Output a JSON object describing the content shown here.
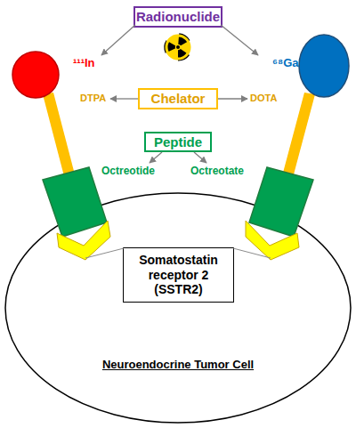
{
  "diagram": {
    "nodes": [
      {
        "text": [
          "Radionuclide"
        ]
      },
      {
        "text": [
          "Chelator"
        ]
      },
      {
        "text": [
          "Peptide"
        ]
      },
      {
        "text": [
          "Neuroendocrine Tumor Cell"
        ]
      },
      {
        "text": [
          "Somatostatin receptor 2 (SSTR2)"
        ],
        "in": 3
      }
    ],
    "labels": [
      "¹¹¹In",
      "⁶⁸Ga",
      "DTPA",
      "DOTA",
      "Octreotide",
      "Octreotate"
    ]
  }
}
